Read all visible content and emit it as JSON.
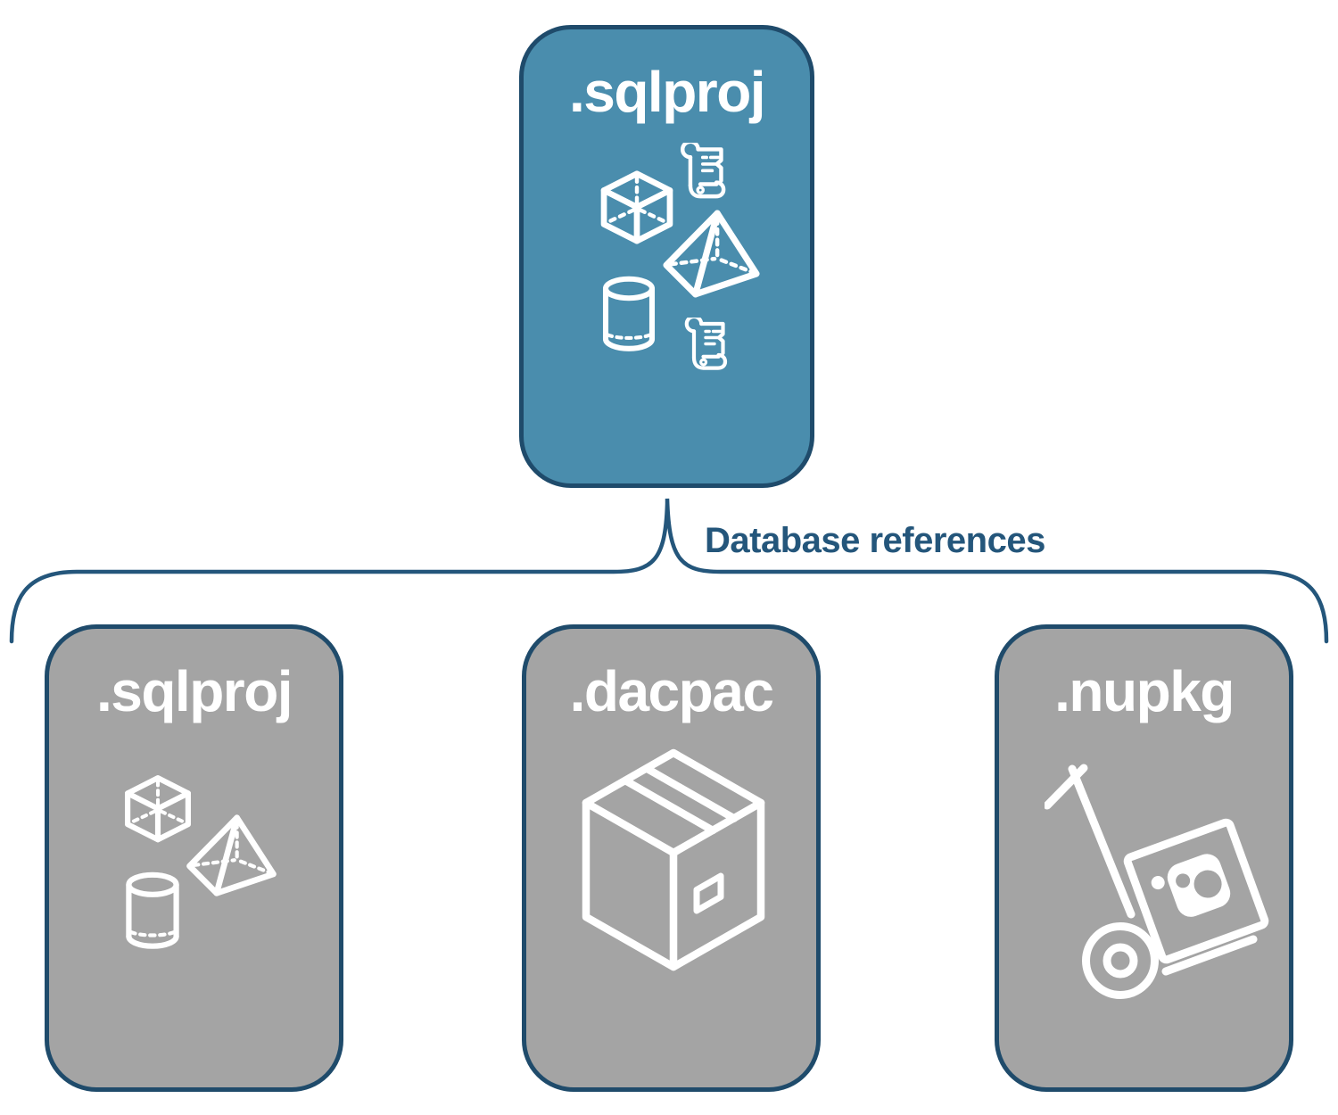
{
  "diagram": {
    "title": "SQL project database references diagram",
    "root_card": {
      "label": ".sqlproj",
      "icons": [
        "scroll-icon",
        "cube-icon",
        "pyramid-icon",
        "cylinder-icon",
        "scroll-icon"
      ]
    },
    "connector": {
      "label": "Database references"
    },
    "child_cards": [
      {
        "label": ".sqlproj",
        "icons": [
          "cube-icon",
          "pyramid-icon",
          "cylinder-icon"
        ]
      },
      {
        "label": ".dacpac",
        "icons": [
          "package-box-icon"
        ]
      },
      {
        "label": ".nupkg",
        "icons": [
          "nuget-hand-truck-icon"
        ]
      }
    ],
    "colors": {
      "root_card_fill": "#4A8DAD",
      "child_card_fill": "#A4A4A4",
      "card_border": "#1F4B6B",
      "connector_line": "#24567B",
      "connector_label_text": "#24567B",
      "card_label_text": "#FFFFFF",
      "icon_stroke": "#FFFFFF",
      "background": "#FFFFFF"
    }
  }
}
